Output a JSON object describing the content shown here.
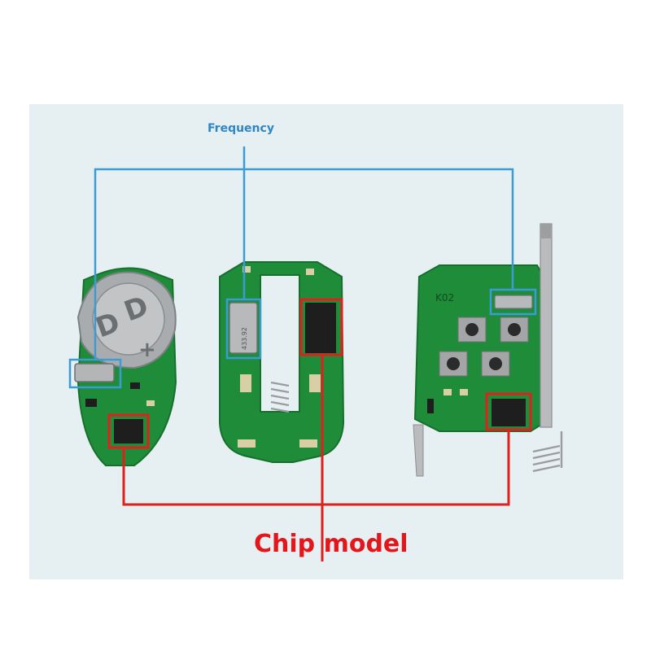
{
  "labels": {
    "frequency": "Frequency",
    "chip_model": "Chip model"
  },
  "boards": {
    "right_board_marking": "K02",
    "middle_crystal_marking": "433.92"
  },
  "colors": {
    "panel_background": "#e6eff2",
    "frequency_line": "#3a9bd5",
    "chip_line": "#e0201c",
    "frequency_text": "#2f86c4",
    "chip_text": "#e3171b",
    "pcb_green": "#1f8c3a",
    "pcb_dark": "#16702d",
    "component_dark": "#1e1e1e",
    "metal": "#b9bbbd"
  }
}
